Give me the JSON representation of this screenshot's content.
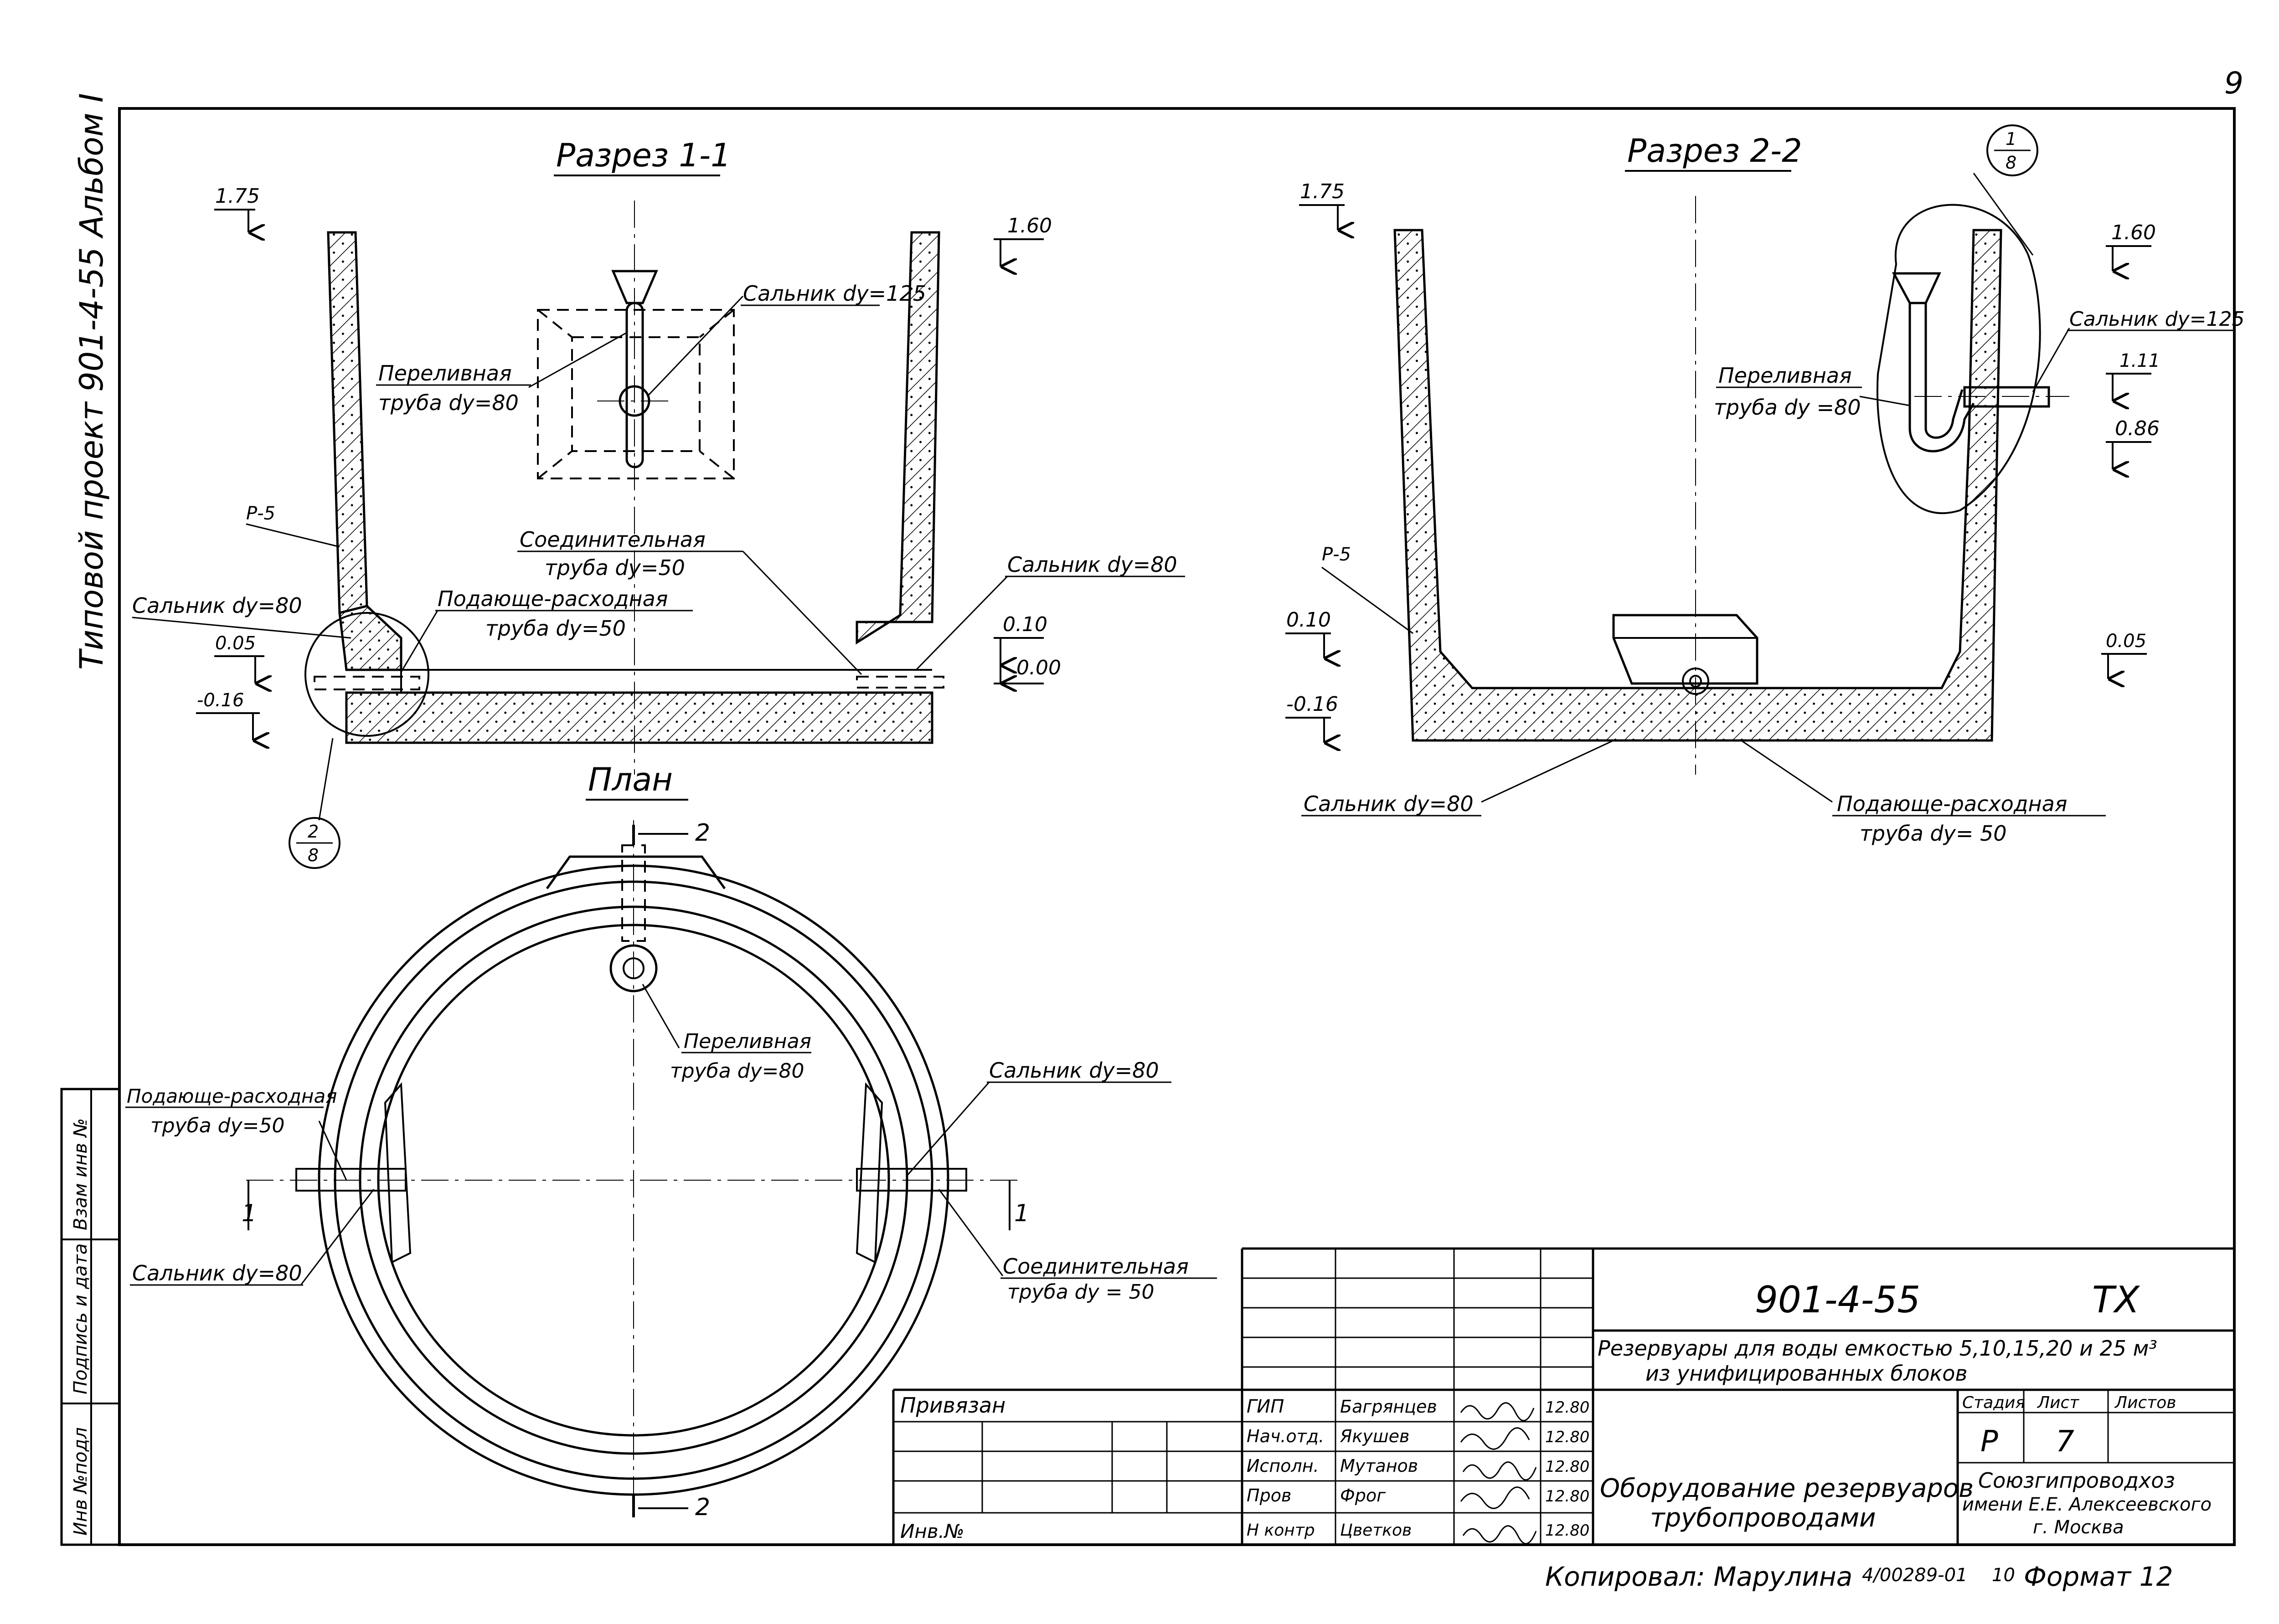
{
  "sheet_number": "9",
  "side_label": "Типовой проект 901-4-55 Альбом I",
  "section_1": {
    "title": "Разрез 1-1",
    "elevations": [
      "1.75",
      "1.60",
      "0.05",
      "-0.16",
      "0.10",
      "0.00"
    ],
    "pipe_label": "Р-5",
    "overflow_line1": "Переливная",
    "overflow_line2": "труба dy=80",
    "gland_125": "Сальник dy=125",
    "connecting_line1": "Соединительная",
    "connecting_line2": "труба dy=50",
    "gland_80_left": "Сальник dy=80",
    "gland_80_right": "Сальник dy=80",
    "supply_line1": "Подающе-расходная",
    "supply_line2": "труба dy=50",
    "callout_num": "2",
    "callout_den": "8"
  },
  "section_2": {
    "title": "Разрез 2-2",
    "elevations": [
      "1.75",
      "1.60",
      "1.11",
      "0.86",
      "0.10",
      "-0.16",
      "0.05"
    ],
    "pipe_label": "Р-5",
    "gland_125": "Сальник dy=125",
    "overflow_line1": "Переливная",
    "overflow_line2": "труба dy =80",
    "gland_80": "Сальник dy=80",
    "supply_line1": "Подающе-расходная",
    "supply_line2": "труба dy= 50",
    "callout_num": "1",
    "callout_den": "8"
  },
  "plan": {
    "title": "План",
    "section_mark": "2",
    "section_mark_1": "1",
    "overflow_line1": "Переливная",
    "overflow_line2": "труба dy=80",
    "gland_80_right": "Сальник dy=80",
    "supply_line1": "Подающе-расходная",
    "supply_line2": "труба dy=50",
    "gland_80_left": "Сальник dy=80",
    "connecting_line1": "Соединительная",
    "connecting_line2": "труба dy = 50"
  },
  "side_stamp": [
    "Инв №подл",
    "Подпись и дата",
    "Взам инв №"
  ],
  "title_block": {
    "project_code": "901-4-55",
    "mark": "ТХ",
    "description_line1": "Резервуары для воды емкостью  5,10,15,20 и 25 м³",
    "description_line2": "из унифицированных блоков",
    "bound": "Привязан",
    "inv_no": "Инв.№",
    "roles": [
      "ГИП",
      "Нач.отд.",
      "Исполн.",
      "Пров",
      "Н контр"
    ],
    "names": [
      "Багрянцев",
      "Якушев",
      "Мутанов",
      "Фрог",
      "Цветков"
    ],
    "dates": [
      "12.80",
      "12.80",
      "12.80",
      "12.80",
      "12.80"
    ],
    "stage_label": "Стадия",
    "sheet_label": "Лист",
    "sheets_label": "Листов",
    "stage": "Р",
    "sheet": "7",
    "drawing_title_line1": "Оборудование резервуаров",
    "drawing_title_line2": "трубопроводами",
    "org_line1": "Союзгипроводхоз",
    "org_line2": "имени Е.Е. Алексеевского",
    "org_line3": "г. Москва"
  },
  "copied_by": "Копировал: Марулина",
  "order_no": "4/00289-01",
  "order_suffix": "10",
  "format": "Формат 12"
}
